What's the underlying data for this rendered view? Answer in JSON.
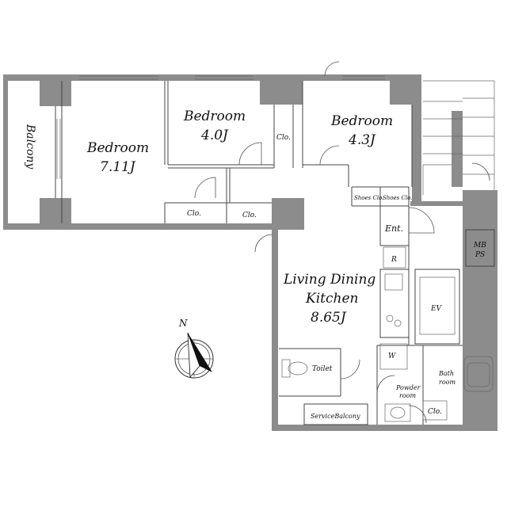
{
  "rooms": {
    "balcony": "Balcony",
    "bedroom1_name": "Bedroom",
    "bedroom1_size": "7.11J",
    "bedroom2_name": "Bedroom",
    "bedroom2_size": "4.0J",
    "bedroom3_name": "Bedroom",
    "bedroom3_size": "4.3J",
    "ldk_line1": "Living Dining",
    "ldk_line2": "Kitchen",
    "ldk_size": "8.65J",
    "clo_a": "Clo.",
    "clo_b": "Clo.",
    "clo_c": "Clo.",
    "clo_d": "Clo.",
    "shoes1": "Shoes Clo.",
    "shoes2": "Shoes Clo.",
    "ent": "Ent.",
    "fridge": "R",
    "washer": "W",
    "ev": "EV",
    "mb": "MB",
    "ps": "PS",
    "toilet": "Toilet",
    "powder1": "Powder",
    "powder2": "room",
    "bath1": "Bath",
    "bath2": "room",
    "service_balcony": "ServiceBalcony"
  },
  "compass": {
    "north": "N"
  }
}
